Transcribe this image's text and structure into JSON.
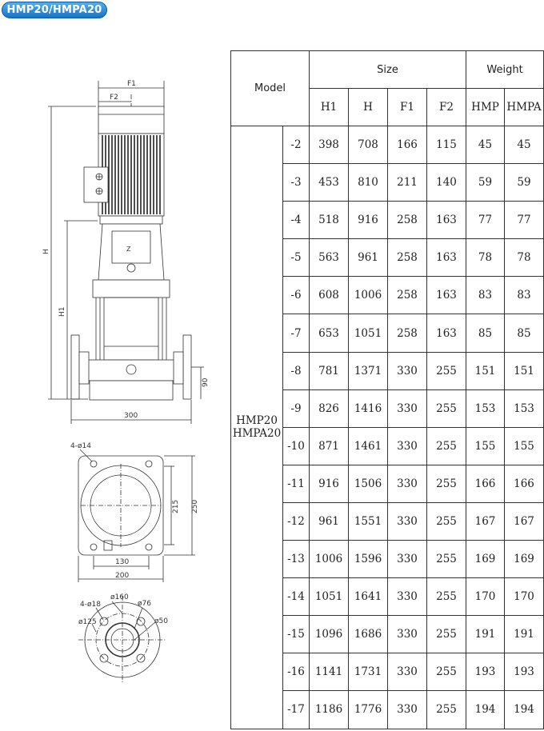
{
  "badge": "HMP20/HMPA20",
  "table": {
    "model_header": "Model",
    "size_header": "Size",
    "weight_header": "Weight",
    "columns": [
      "H1",
      "H",
      "F1",
      "F2",
      "HMP",
      "HMPA"
    ],
    "model_name_1": "HMP20",
    "model_name_2": "HMPA20",
    "rows": [
      [
        "-2",
        "398",
        "708",
        "166",
        "115",
        "45",
        "45"
      ],
      [
        "-3",
        "453",
        "810",
        "211",
        "140",
        "59",
        "59"
      ],
      [
        "-4",
        "518",
        "916",
        "258",
        "163",
        "77",
        "77"
      ],
      [
        "-5",
        "563",
        "961",
        "258",
        "163",
        "78",
        "78"
      ],
      [
        "-6",
        "608",
        "1006",
        "258",
        "163",
        "83",
        "83"
      ],
      [
        "-7",
        "653",
        "1051",
        "258",
        "163",
        "85",
        "85"
      ],
      [
        "-8",
        "781",
        "1371",
        "330",
        "255",
        "151",
        "151"
      ],
      [
        "-9",
        "826",
        "1416",
        "330",
        "255",
        "153",
        "153"
      ],
      [
        "-10",
        "871",
        "1461",
        "330",
        "255",
        "155",
        "155"
      ],
      [
        "-11",
        "916",
        "1506",
        "330",
        "255",
        "166",
        "166"
      ],
      [
        "-12",
        "961",
        "1551",
        "330",
        "255",
        "167",
        "167"
      ],
      [
        "-13",
        "1006",
        "1596",
        "330",
        "255",
        "169",
        "169"
      ],
      [
        "-14",
        "1051",
        "1641",
        "330",
        "255",
        "170",
        "170"
      ],
      [
        "-15",
        "1096",
        "1686",
        "330",
        "255",
        "191",
        "191"
      ],
      [
        "-16",
        "1141",
        "1731",
        "330",
        "255",
        "193",
        "193"
      ],
      [
        "-17",
        "1186",
        "1776",
        "330",
        "255",
        "194",
        "194"
      ]
    ]
  },
  "drawing": {
    "front_labels": {
      "f1": "F1",
      "f2": "F2",
      "h": "H",
      "h1": "H1",
      "d90": "90",
      "d300": "300"
    },
    "base_labels": {
      "holes": "4-ø14",
      "d215": "215",
      "d250": "250",
      "d130": "130",
      "d200": "200"
    },
    "flange_labels": {
      "holes": "4-ø18",
      "d160": "ø160",
      "d76": "ø76",
      "d125": "ø125",
      "d50": "ø50"
    }
  }
}
